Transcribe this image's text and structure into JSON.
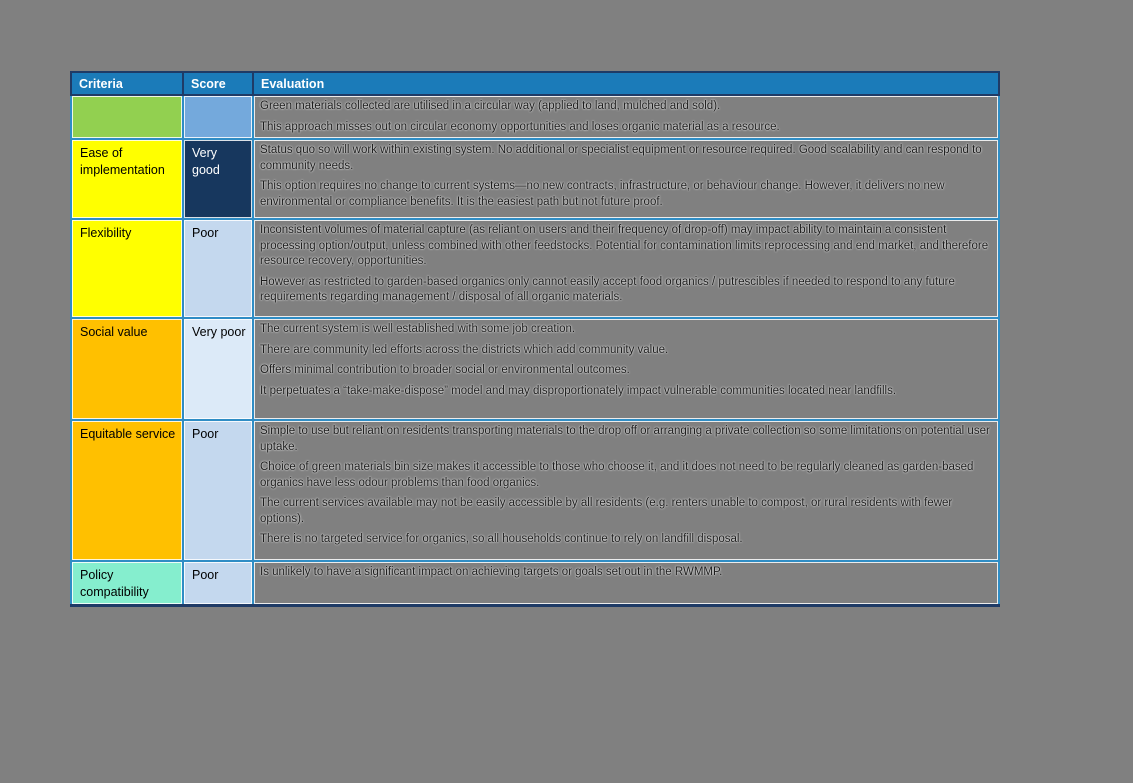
{
  "page": {
    "background": "#808080"
  },
  "colors": {
    "header_blue": "#1B7BB9",
    "header_border_navy": "#1F3B66",
    "cell_border_blue": "#2F8DC5",
    "table_bottom_navy": "#1F3B66",
    "green": "#92D050",
    "yellow": "#FFFF00",
    "orange": "#FFC000",
    "mint": "#85EECE",
    "score_blue_medium": "#74A9DC",
    "score_navy_dark": "#17375E",
    "score_blue_light": "#C4D8EE",
    "score_blue_very_light": "#DCEAF8"
  },
  "table": {
    "headers": {
      "criteria": "Criteria",
      "score": "Score",
      "evaluation": "Evaluation"
    },
    "rows": [
      {
        "criteria": "",
        "score": "",
        "criteria_color": "#92D050",
        "score_color": "#74A9DC",
        "score_text_color": "#000000",
        "paragraphs": [
          "Green materials collected are utilised in a circular way (applied to land, mulched and sold).",
          "This approach misses out on circular economy opportunities and loses organic material as a resource."
        ]
      },
      {
        "criteria": "Ease of implementation",
        "score": "Very good",
        "criteria_color": "#FFFF00",
        "score_color": "#17375E",
        "score_text_color": "#FFFFFF",
        "paragraphs": [
          "Status quo so will work within existing system. No additional or specialist equipment or resource required. Good scalability and can respond to community needs.",
          "This option requires no change to current systems—no new contracts, infrastructure, or behaviour change. However, it delivers no new environmental or compliance benefits. It is the easiest path but not future proof."
        ]
      },
      {
        "criteria": "Flexibility",
        "score": "Poor",
        "criteria_color": "#FFFF00",
        "score_color": "#C4D8EE",
        "score_text_color": "#000000",
        "paragraphs": [
          "Inconsistent volumes of material capture (as reliant on users and their frequency of drop-off) may impact ability to maintain a consistent processing option/output, unless combined with other feedstocks. Potential for contamination limits reprocessing and end market, and therefore resource recovery, opportunities.",
          "However as restricted to garden-based organics only cannot easily accept food organics / putrescibles if needed to respond to any future requirements regarding management / disposal of all organic materials."
        ]
      },
      {
        "criteria": "Social value",
        "score": "Very poor",
        "criteria_color": "#FFC000",
        "score_color": "#DCEAF8",
        "score_text_color": "#000000",
        "paragraphs": [
          "The current system is well established with some job creation.",
          "There are community led efforts across the districts which add community value.",
          "Offers minimal contribution to broader social or environmental outcomes.",
          "It perpetuates a “take-make-dispose” model and may disproportionately impact vulnerable communities located near landfills."
        ]
      },
      {
        "criteria": "Equitable service",
        "score": "Poor",
        "criteria_color": "#FFC000",
        "score_color": "#C4D8EE",
        "score_text_color": "#000000",
        "paragraphs": [
          "Simple to use but reliant on residents transporting materials to the drop off or arranging a private collection so some limitations on potential user uptake.",
          "Choice of green materials bin size makes it accessible to those who choose it, and it does not need to be regularly cleaned as garden-based organics have less odour problems than food organics.",
          "The current services available may not be easily accessible by all residents (e.g. renters unable to compost, or rural residents with fewer options).",
          "There is no targeted service for organics, so all households continue to rely on landfill disposal."
        ]
      },
      {
        "criteria": "Policy compatibility",
        "score": "Poor",
        "criteria_color": "#85EECE",
        "score_color": "#C4D8EE",
        "score_text_color": "#000000",
        "paragraphs": [
          "Is unlikely to have a significant impact on achieving targets or goals set out in the RWMMP."
        ]
      }
    ]
  }
}
